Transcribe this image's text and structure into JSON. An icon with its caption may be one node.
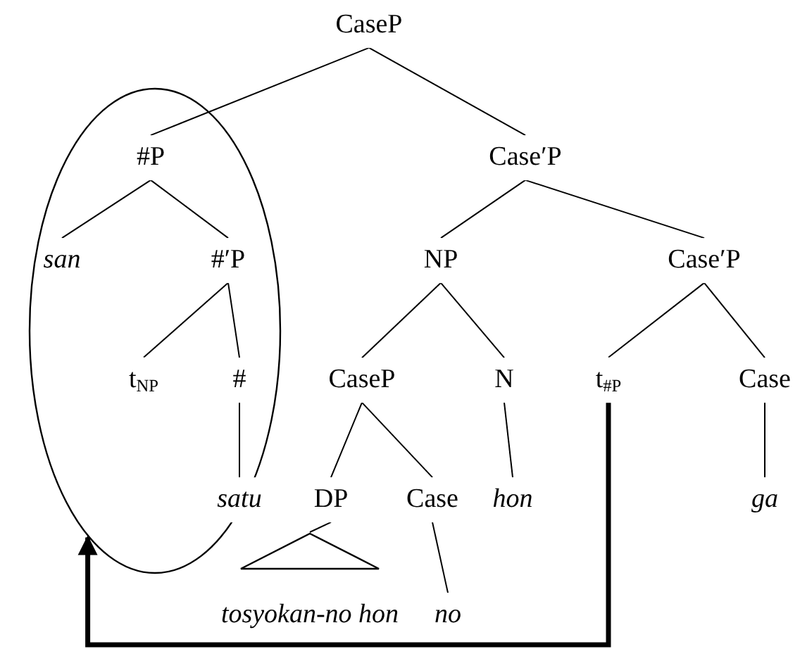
{
  "diagram": {
    "nodes": [
      {
        "text": [
          "CaseP"
        ]
      },
      {
        "text": [],
        "shape": "ellipse"
      },
      {
        "text": [
          "#P"
        ],
        "in": 1
      },
      {
        "text": [
          "Case′P"
        ]
      },
      {
        "text": [
          "san"
        ],
        "in": 1
      },
      {
        "text": [
          "#′P"
        ],
        "in": 1
      },
      {
        "text": [
          "NP"
        ]
      },
      {
        "text": [
          "Case′P"
        ]
      },
      {
        "text": [
          "t$_{NP}$"
        ],
        "in": 1
      },
      {
        "text": [
          "#"
        ],
        "in": 1
      },
      {
        "text": [
          "CaseP"
        ]
      },
      {
        "text": [
          "N"
        ]
      },
      {
        "text": [
          "t$_{#P}$"
        ]
      },
      {
        "text": [
          "Case"
        ]
      },
      {
        "text": [
          "satu"
        ],
        "in": 1
      },
      {
        "text": [
          "DP"
        ]
      },
      {
        "text": [
          "Case"
        ]
      },
      {
        "text": [
          "hon"
        ]
      },
      {
        "text": [
          "ga"
        ]
      },
      {
        "text": [],
        "shape": "triangle",
        "beside": [
          "tosyokan-no hon"
        ]
      },
      {
        "text": [
          "no"
        ]
      }
    ],
    "edges": [
      {
        "from": 0,
        "to": 2,
        "arrow": "none"
      },
      {
        "from": 0,
        "to": 3,
        "arrow": "none"
      },
      {
        "from": 2,
        "to": 4,
        "arrow": "none"
      },
      {
        "from": 2,
        "to": 5,
        "arrow": "none"
      },
      {
        "from": 3,
        "to": 6,
        "arrow": "none"
      },
      {
        "from": 3,
        "to": 7,
        "arrow": "none"
      },
      {
        "from": 5,
        "to": 8,
        "arrow": "none"
      },
      {
        "from": 5,
        "to": 9,
        "arrow": "none"
      },
      {
        "from": 9,
        "to": 14,
        "arrow": "none"
      },
      {
        "from": 6,
        "to": 10,
        "arrow": "none"
      },
      {
        "from": 6,
        "to": 11,
        "arrow": "none"
      },
      {
        "from": 7,
        "to": 12,
        "arrow": "none"
      },
      {
        "from": 7,
        "to": 13,
        "arrow": "none"
      },
      {
        "from": 10,
        "to": 15,
        "arrow": "none"
      },
      {
        "from": 10,
        "to": 16,
        "arrow": "none"
      },
      {
        "from": 11,
        "to": 17,
        "arrow": "none"
      },
      {
        "from": 13,
        "to": 18,
        "arrow": "none"
      },
      {
        "from": 15,
        "to": 19,
        "arrow": "none"
      },
      {
        "from": 16,
        "to": 20,
        "arrow": "none"
      },
      {
        "from": 12,
        "to": 1,
        "arrow": "to",
        "style": "thick"
      }
    ]
  }
}
